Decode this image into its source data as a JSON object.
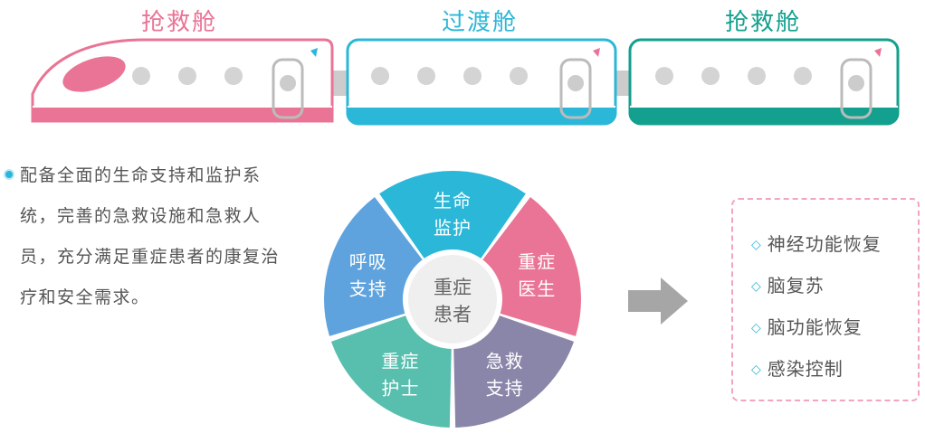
{
  "train": {
    "cars": [
      {
        "title": "抢救舱",
        "color": "#e97495"
      },
      {
        "title": "过渡舱",
        "color": "#2bb7d8"
      },
      {
        "title": "抢救舱",
        "color": "#13a08e"
      }
    ]
  },
  "description": "配备全面的生命支持和监护系统，完善的急救设施和急救人员，充分满足重症患者的康复治疗和安全需求。",
  "wheel": {
    "center": {
      "line1": "重症",
      "line2": "患者"
    },
    "segments": [
      {
        "line1": "生命",
        "line2": "监护",
        "color": "#2bb7d8"
      },
      {
        "line1": "重症",
        "line2": "医生",
        "color": "#e97495"
      },
      {
        "line1": "急救",
        "line2": "支持",
        "color": "#8a86a9"
      },
      {
        "line1": "重症",
        "line2": "护士",
        "color": "#58bfae"
      },
      {
        "line1": "呼吸",
        "line2": "支持",
        "color": "#5fa3de"
      }
    ]
  },
  "outcomes": {
    "items": [
      "神经功能恢复",
      "脑复苏",
      "脑功能恢复",
      "感染控制"
    ],
    "marker": "◇"
  }
}
